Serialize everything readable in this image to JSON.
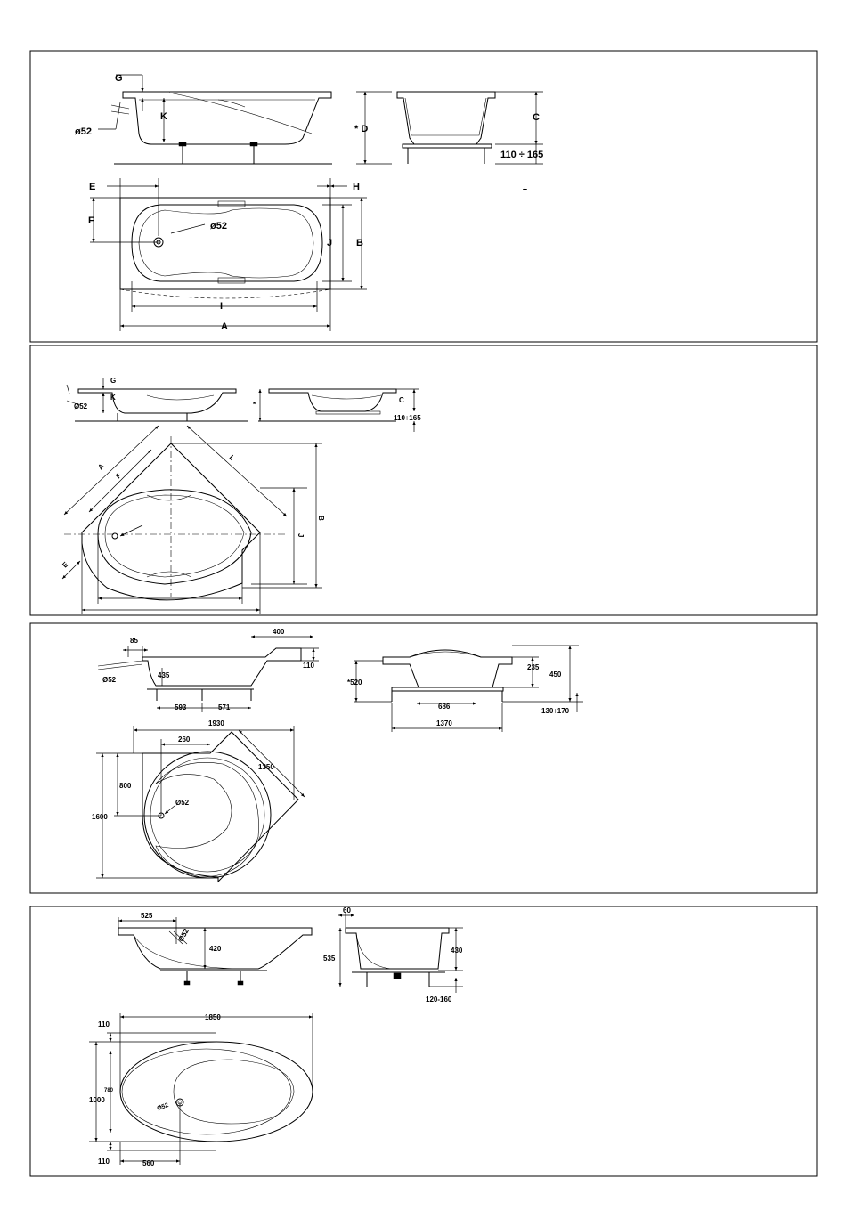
{
  "panel1": {
    "labels": {
      "G": "G",
      "K": "K",
      "d52_side": "ø52",
      "D": "* D",
      "C": "C",
      "legs": "110 ÷ 165",
      "plus": "÷",
      "E": "E",
      "H": "H",
      "F": "F",
      "d52_top": "ø52",
      "J": "J",
      "B": "B",
      "I": "I",
      "A": "A"
    }
  },
  "panel2": {
    "labels": {
      "G": "G",
      "K": "K",
      "d52": "Ø52",
      "star": "*",
      "C": "C",
      "legs": "110÷165",
      "A": "A",
      "F": "F",
      "L": "L",
      "J": "J",
      "B": "B",
      "E": "E"
    }
  },
  "panel3": {
    "labels": {
      "d85": "85",
      "d400": "400",
      "d110": "110",
      "d52": "Ø52",
      "d435": "435",
      "d593": "593",
      "d571": "571",
      "d520": "*520",
      "d235": "235",
      "d450": "450",
      "d686": "686",
      "d130": "130÷170",
      "d1370": "1370",
      "d1930": "1930",
      "d260": "260",
      "d1350": "1350",
      "d800": "800",
      "d1600": "1600",
      "d52b": "Ø52"
    }
  },
  "panel4": {
    "labels": {
      "d525": "525",
      "d52": "Ø52",
      "d420": "420",
      "d60": "60",
      "d535": "535",
      "d430": "430",
      "d120": "120-160",
      "d1850": "1850",
      "d110a": "110",
      "d1000": "1000",
      "d780": "780",
      "d52b": "Ø52",
      "d110b": "110",
      "d560": "560"
    }
  }
}
